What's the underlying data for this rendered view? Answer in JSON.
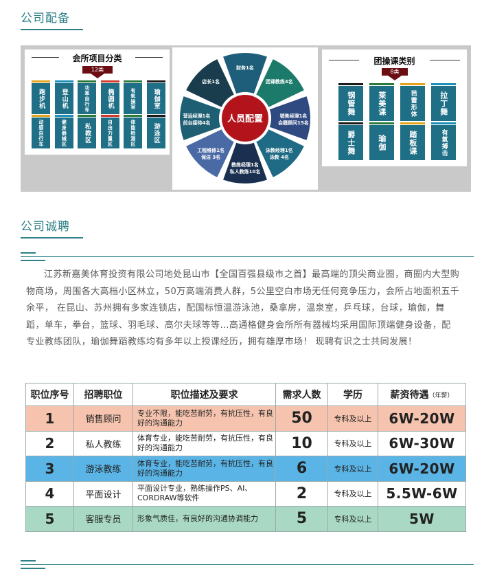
{
  "sections": {
    "equipment_title": "公司配备",
    "recruit_title": "公司诚聘"
  },
  "projects_panel": {
    "title": "会所项目分类",
    "count": "12类",
    "row1": [
      "跑步机",
      "登山机",
      "功率自行车",
      "椭圆机",
      "有氧操室",
      "瑜伽室"
    ],
    "row2": [
      "动感自行车",
      "健身器械区",
      "私教区",
      "自由力量区",
      "体能检测区",
      "游泳区"
    ]
  },
  "staff_panel": {
    "center": "人员配置",
    "segments": [
      "财务1名",
      "团课教练4名",
      "销售经理1名\n会籍顾问15名",
      "泳教经理1名\n泳教  4名",
      "教练经理1名\n私人教练10名",
      "工程维修1名\n保洁  3名",
      "营运经理1名\n前台接待4名",
      "店长1名"
    ],
    "colors": [
      "#1f5e7a",
      "#1c7a6a",
      "#2e4a80",
      "#1f6a84",
      "#1b3050",
      "#4a6aa6",
      "#1e5f74",
      "#1a3d4d"
    ]
  },
  "classes_panel": {
    "title": "团操课类别",
    "count": "8类",
    "row1": [
      "钢管舞",
      "莱美课",
      "芭蕾形体",
      "拉丁舞"
    ],
    "row2": [
      "爵士舞",
      "瑜伽",
      "踏板课",
      "有氧搏击"
    ]
  },
  "intro_text": "江苏新嘉美体育投资有限公司地处昆山市【全国百强县级市之首】最高端的顶尖商业圈，商圈内大型购物商场，周围各大高档小区林立，50万高端消费人群，5公里空白市场无任何竞争压力，会所占地面积五千余平， 在昆山、苏州拥有多家连锁店，配国标恒温游泳池，桑拿房，温泉室，乒乓球，台球，瑜伽，舞蹈，单车，拳台，篮球、羽毛球、高尔夫球等等…高通格健身会所所有器械均采用国际顶端健身设备，配专业教练团队，瑜伽舞蹈教练均有多年以上授课经历，拥有雄厚市场！ 现聘有识之士共同发展！",
  "table": {
    "headers": [
      "职位序号",
      "招聘职位",
      "职位描述及要求",
      "需求人数",
      "学历",
      "薪资待遇"
    ],
    "salary_note": "（年薪）",
    "rows": [
      {
        "no": "1",
        "position": "销售顾问",
        "desc": "专业不限，能吃苦耐劳，有抗压性，有良好的沟通能力",
        "need": "50",
        "edu": "专科及以上",
        "salary": "6W-20W",
        "bg": "#f6c4ae"
      },
      {
        "no": "2",
        "position": "私人教练",
        "desc": "体育专业，能吃苦耐劳，有抗压性，有良好的沟通能力",
        "need": "10",
        "edu": "专科及以上",
        "salary": "6W-30W",
        "bg": "#ffffff"
      },
      {
        "no": "3",
        "position": "游泳教练",
        "desc": "体育专业，能吃苦耐劳，有抗压性，有良好的沟通能力",
        "need": "6",
        "edu": "专科及以上",
        "salary": "6W-20W",
        "bg": "#5ab4e6"
      },
      {
        "no": "4",
        "position": "平面设计",
        "desc": "平面设计专业，熟练操作PS、AI、CORDRAW等软件",
        "need": "2",
        "edu": "专科及以上",
        "salary": "5.5W-6W",
        "bg": "#ffffff"
      },
      {
        "no": "5",
        "position": "客服专员",
        "desc": "形象气质佳，有良好的沟通协调能力",
        "need": "5",
        "edu": "专科及以上",
        "salary": "5W",
        "bg": "#a9d9c4"
      }
    ]
  }
}
